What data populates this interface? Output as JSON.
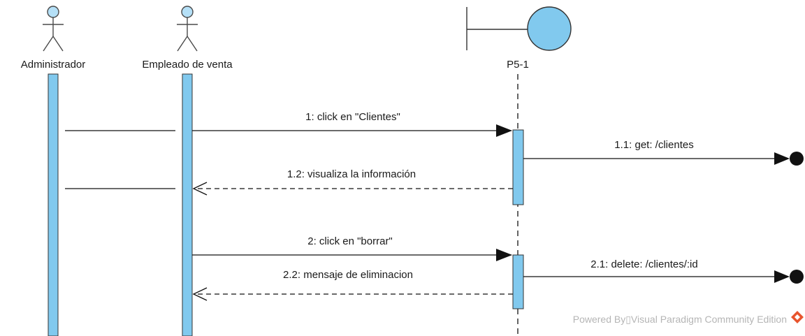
{
  "participants": {
    "administrador": "Administrador",
    "empleado": "Empleado de venta",
    "boundary": "P5-1"
  },
  "messages": {
    "m1": "1: click en \"Clientes\"",
    "m1_1": "1.1: get: /clientes",
    "m1_2": "1.2: visualiza la información",
    "m2": "2: click en \"borrar\"",
    "m2_1": "2.1: delete: /clientes/:id",
    "m2_2": "2.2: mensaje de eliminacion"
  },
  "watermark": "Powered By▯Visual Paradigm Community Edition",
  "colors": {
    "activation": "#81c9ee",
    "actor_head": "#b5e0f7",
    "boundary": "#81c9ee"
  }
}
